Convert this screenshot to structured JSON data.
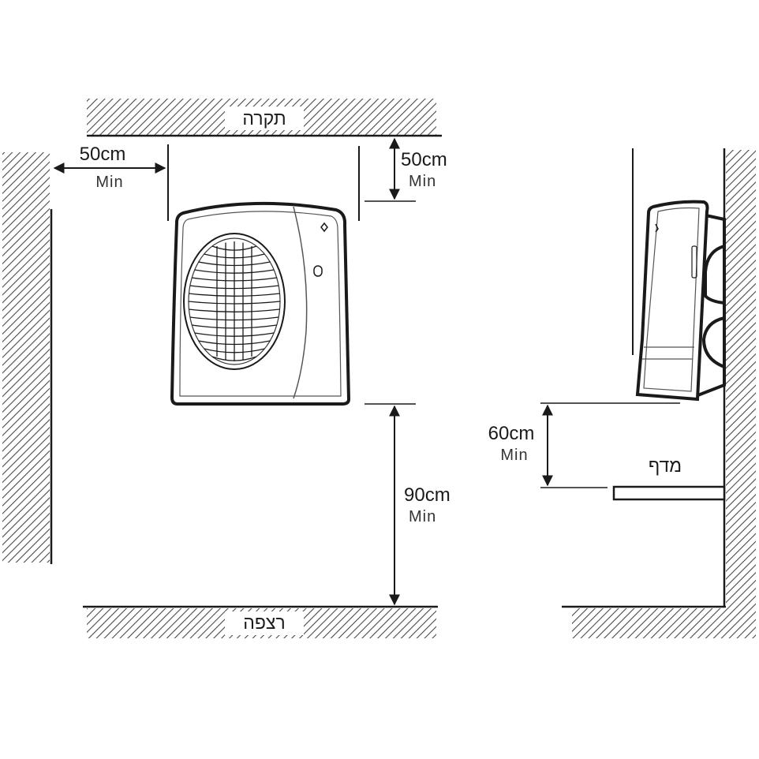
{
  "surfaces": {
    "ceiling_label": "תקרה",
    "floor_label": "רצפה",
    "shelf_label": "מדף"
  },
  "front_view": {
    "side_clearance": {
      "value": "50cm",
      "qualifier": "Min"
    },
    "top_clearance": {
      "value": "50cm",
      "qualifier": "Min"
    },
    "floor_clearance": {
      "value": "90cm",
      "qualifier": "Min"
    }
  },
  "side_view": {
    "shelf_clearance": {
      "value": "60cm",
      "qualifier": "Min"
    }
  },
  "colors": {
    "line": "#1a1a1a",
    "hatch": "#4a4a4a",
    "background": "#ffffff"
  }
}
